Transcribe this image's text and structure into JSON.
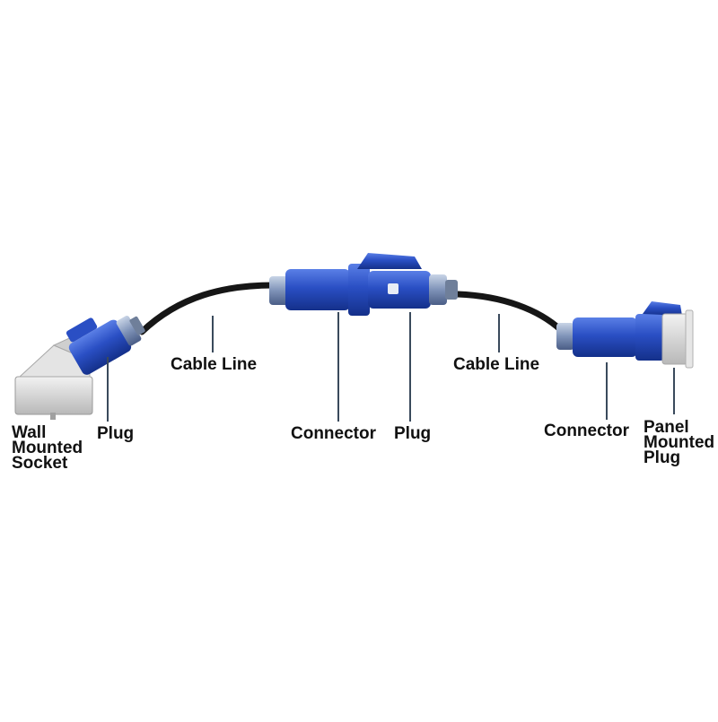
{
  "colors": {
    "plug_blue": "#2a4fc4",
    "plug_dark": "#14308a",
    "plug_light": "#5a7fe6",
    "cable": "#161616",
    "grey_body": "#d9d9d9",
    "pointer": "#3a4a5c"
  },
  "labels": {
    "cable_line_left": "Cable Line",
    "cable_line_right": "Cable Line",
    "wall_socket": [
      "Wall",
      "Mounted",
      "Socket"
    ],
    "plug_left": "Plug",
    "connector_mid": "Connector",
    "plug_mid": "Plug",
    "connector_right": "Connector",
    "panel_plug": [
      "Panel",
      "Mounted",
      "Plug"
    ]
  }
}
